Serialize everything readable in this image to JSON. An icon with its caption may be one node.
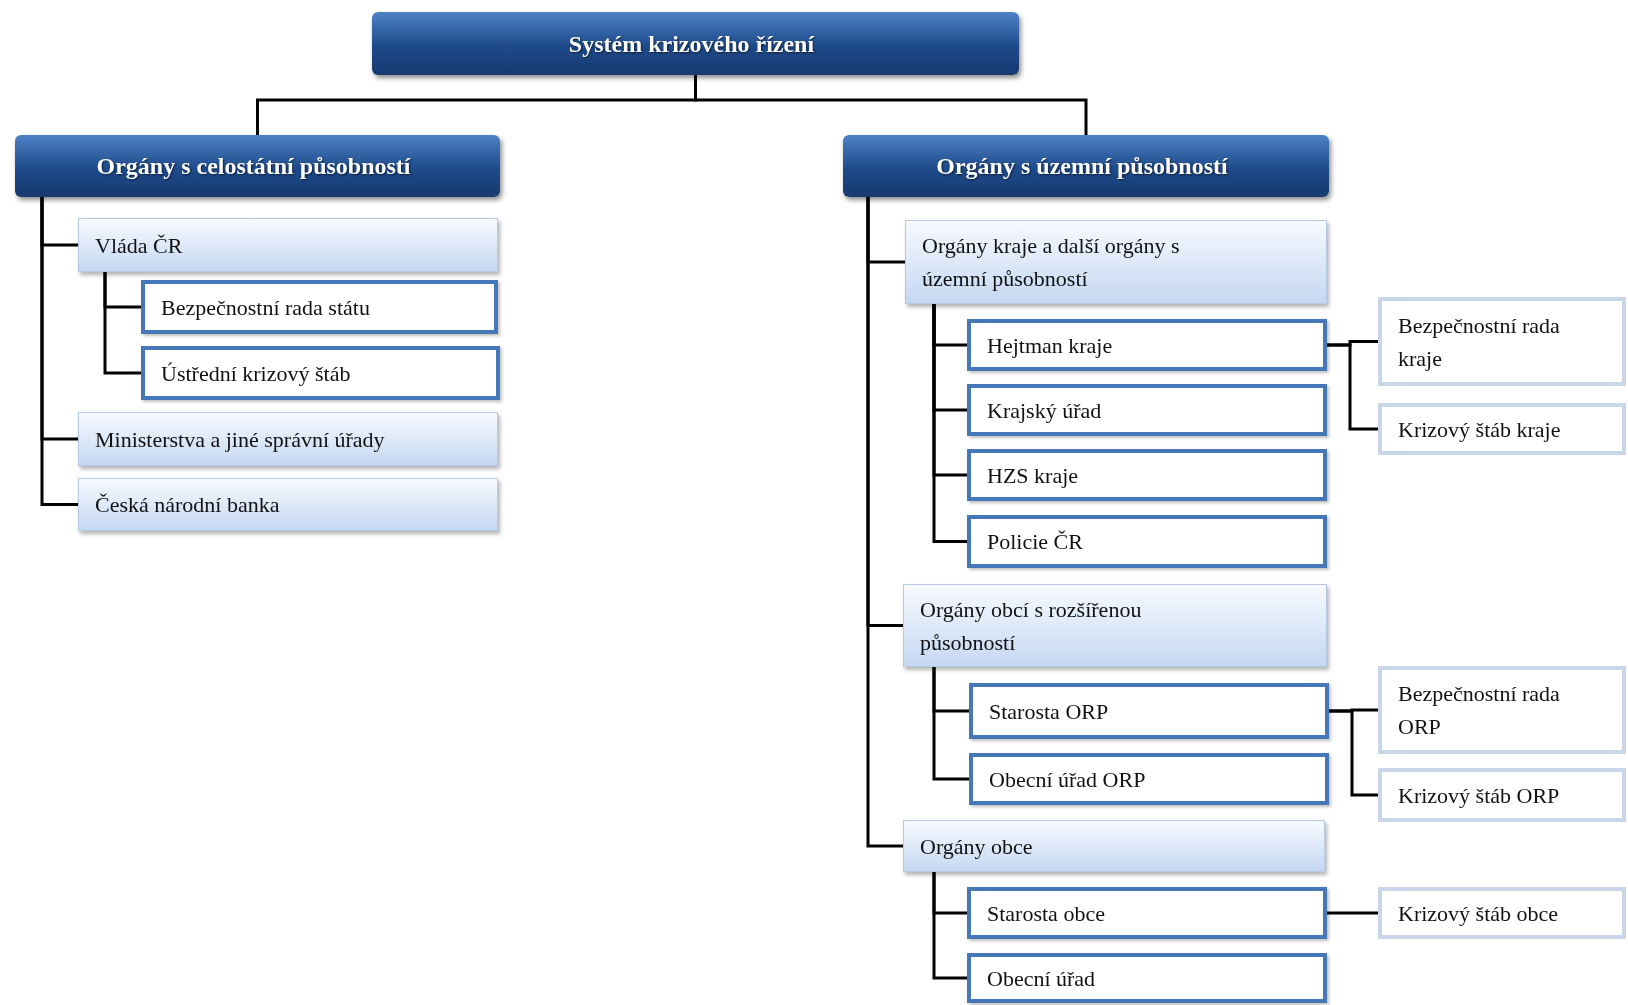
{
  "diagram": {
    "nodes": [
      {
        "text": [
          "Systém krizového řízení"
        ]
      },
      {
        "text": [
          "Orgány s celostátní působností"
        ]
      },
      {
        "text": [
          "Vláda ČR"
        ]
      },
      {
        "text": [
          "Bezpečnostní rada státu"
        ]
      },
      {
        "text": [
          "Ústřední krizový štáb"
        ]
      },
      {
        "text": [
          "Ministerstva a jiné správní úřady"
        ]
      },
      {
        "text": [
          "Česká národní banka"
        ]
      },
      {
        "text": [
          "Orgány s územní působností"
        ]
      },
      {
        "text": [
          "Orgány kraje a další orgány s územní působností"
        ]
      },
      {
        "text": [
          "Hejtman kraje"
        ]
      },
      {
        "text": [
          "Krajský úřad"
        ]
      },
      {
        "text": [
          "HZS kraje"
        ]
      },
      {
        "text": [
          "Policie ČR"
        ]
      },
      {
        "text": [
          "Bezpečnostní rada kraje"
        ]
      },
      {
        "text": [
          "Krizový štáb kraje"
        ]
      },
      {
        "text": [
          "Orgány obcí s rozšířenou působností"
        ]
      },
      {
        "text": [
          "Starosta ORP"
        ]
      },
      {
        "text": [
          "Obecní úřad ORP"
        ]
      },
      {
        "text": [
          "Bezpečnostní rada ORP"
        ]
      },
      {
        "text": [
          "Krizový štáb ORP"
        ]
      },
      {
        "text": [
          "Orgány obce"
        ]
      },
      {
        "text": [
          "Starosta obce"
        ]
      },
      {
        "text": [
          "Obecní úřad"
        ]
      },
      {
        "text": [
          "Krizový štáb obce"
        ]
      }
    ],
    "edges": [
      {
        "from": 0,
        "to": 1,
        "arrow": "none"
      },
      {
        "from": 0,
        "to": 7,
        "arrow": "none"
      },
      {
        "from": 1,
        "to": 2,
        "arrow": "none"
      },
      {
        "from": 1,
        "to": 5,
        "arrow": "none"
      },
      {
        "from": 1,
        "to": 6,
        "arrow": "none"
      },
      {
        "from": 2,
        "to": 3,
        "arrow": "none"
      },
      {
        "from": 2,
        "to": 4,
        "arrow": "none"
      },
      {
        "from": 7,
        "to": 8,
        "arrow": "none"
      },
      {
        "from": 7,
        "to": 15,
        "arrow": "none"
      },
      {
        "from": 7,
        "to": 20,
        "arrow": "none"
      },
      {
        "from": 8,
        "to": 9,
        "arrow": "none"
      },
      {
        "from": 8,
        "to": 10,
        "arrow": "none"
      },
      {
        "from": 8,
        "to": 11,
        "arrow": "none"
      },
      {
        "from": 8,
        "to": 12,
        "arrow": "none"
      },
      {
        "from": 9,
        "to": 13,
        "arrow": "none"
      },
      {
        "from": 9,
        "to": 14,
        "arrow": "none"
      },
      {
        "from": 15,
        "to": 16,
        "arrow": "none"
      },
      {
        "from": 15,
        "to": 17,
        "arrow": "none"
      },
      {
        "from": 16,
        "to": 18,
        "arrow": "none"
      },
      {
        "from": 16,
        "to": 19,
        "arrow": "none"
      },
      {
        "from": 20,
        "to": 21,
        "arrow": "none"
      },
      {
        "from": 20,
        "to": 22,
        "arrow": "none"
      },
      {
        "from": 21,
        "to": 23,
        "arrow": "none"
      }
    ]
  }
}
